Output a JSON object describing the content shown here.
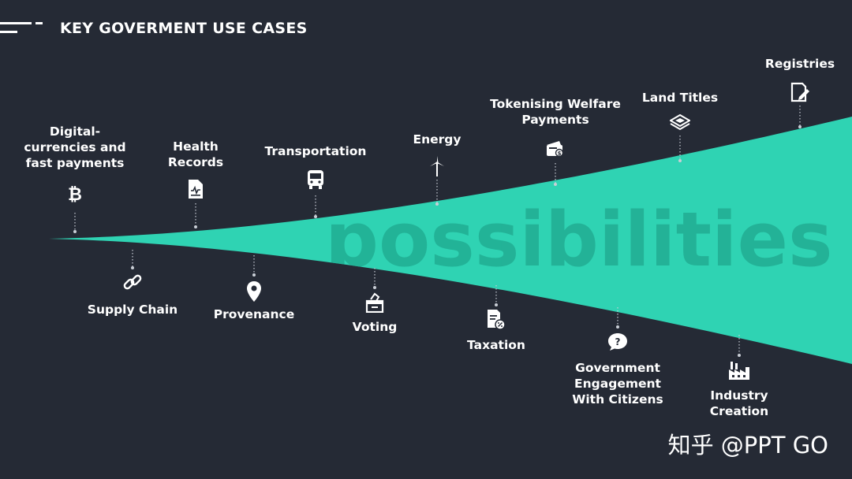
{
  "slide": {
    "title": "KEY GOVERMENT USE CASES",
    "watermark_word": "possibilities",
    "attribution": "知乎 @PPT GO"
  },
  "colors": {
    "background": "#252a35",
    "funnel": "#2fd3b3",
    "text": "#ffffff",
    "connector": "#c9ced6"
  },
  "use_cases_above": [
    {
      "label": "Digital-\ncurrencies and\nfast payments",
      "icon": "bitcoin-icon"
    },
    {
      "label": "Health\nRecords",
      "icon": "health-record-icon"
    },
    {
      "label": "Transportation",
      "icon": "bus-icon"
    },
    {
      "label": "Energy",
      "icon": "wind-turbine-icon"
    },
    {
      "label": "Tokenising Welfare\nPayments",
      "icon": "wallet-icon"
    },
    {
      "label": "Land Titles",
      "icon": "layers-icon"
    },
    {
      "label": "Registries",
      "icon": "edit-document-icon"
    }
  ],
  "use_cases_below": [
    {
      "label": "Supply Chain",
      "icon": "link-icon"
    },
    {
      "label": "Provenance",
      "icon": "location-pin-icon"
    },
    {
      "label": "Voting",
      "icon": "ballot-box-icon"
    },
    {
      "label": "Taxation",
      "icon": "tax-document-icon"
    },
    {
      "label": "Government\nEngagement\nWith Citizens",
      "icon": "question-bubble-icon"
    },
    {
      "label": "Industry\nCreation",
      "icon": "factory-icon"
    }
  ]
}
